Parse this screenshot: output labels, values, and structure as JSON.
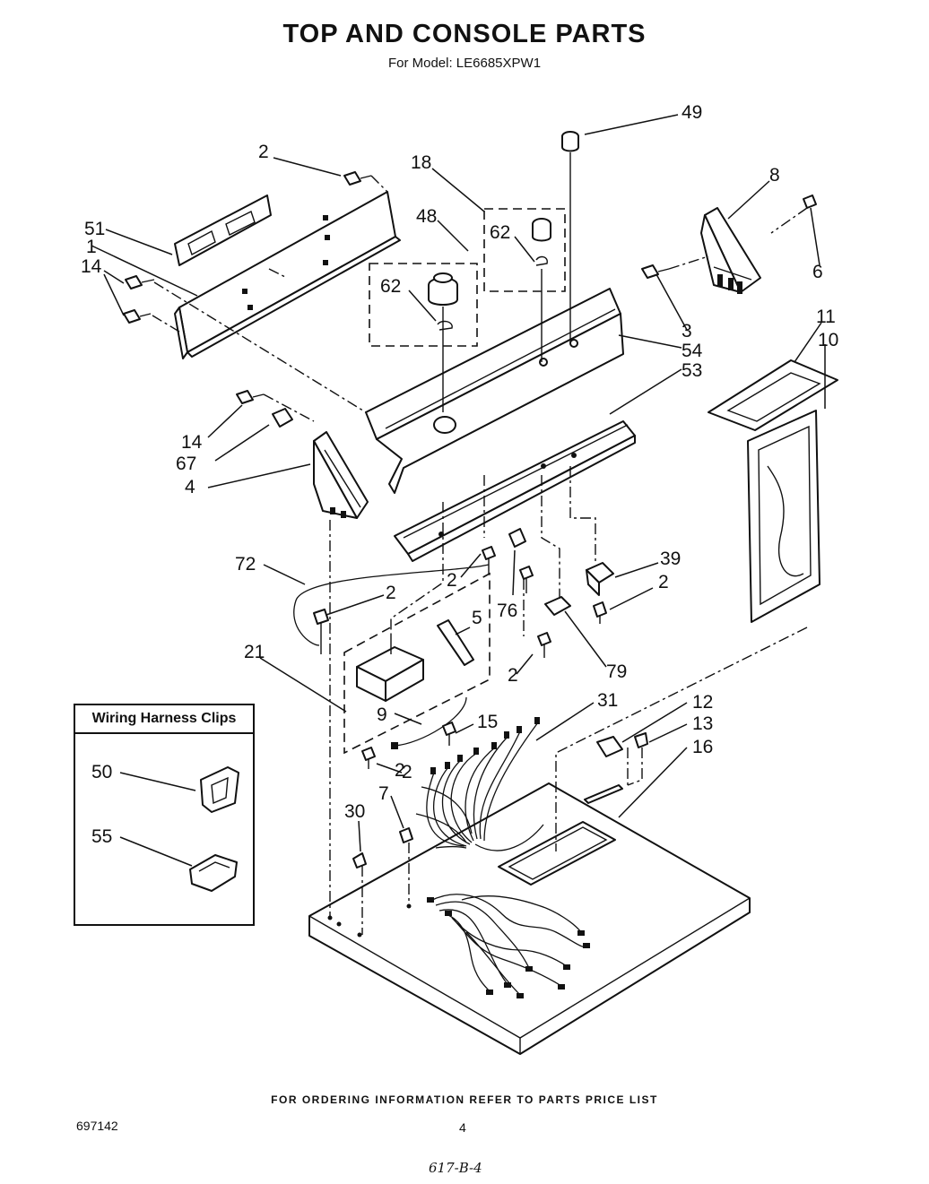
{
  "header": {
    "title": "TOP AND CONSOLE PARTS",
    "subtitle": "For Model: LE6685XPW1"
  },
  "inset": {
    "title": "Wiring Harness Clips",
    "labels": [
      "50",
      "55"
    ]
  },
  "callouts": [
    "49",
    "2",
    "18",
    "8",
    "51",
    "48",
    "1",
    "62",
    "6",
    "14",
    "62",
    "3",
    "54",
    "53",
    "11",
    "10",
    "14",
    "67",
    "4",
    "72",
    "2",
    "2",
    "39",
    "76",
    "2",
    "2",
    "5",
    "21",
    "79",
    "2",
    "31",
    "12",
    "13",
    "9",
    "15",
    "16",
    "2",
    "7",
    "30"
  ],
  "footer": {
    "note": "FOR ORDERING INFORMATION REFER TO PARTS PRICE LIST",
    "doc_number": "697142",
    "page_number": "4",
    "handwritten": "617-B-4"
  }
}
